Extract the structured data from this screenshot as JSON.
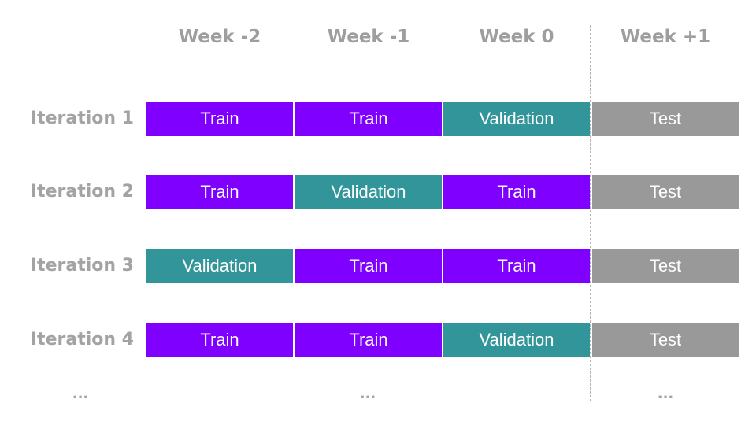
{
  "weeks": [
    "Week -2",
    "Week -1",
    "Week 0",
    "Week +1"
  ],
  "iterations": [
    {
      "label": "Iteration 1",
      "cells": [
        "Train",
        "Train",
        "Validation",
        "Test"
      ]
    },
    {
      "label": "Iteration 2",
      "cells": [
        "Train",
        "Validation",
        "Train",
        "Test"
      ]
    },
    {
      "label": "Iteration 3",
      "cells": [
        "Validation",
        "Train",
        "Train",
        "Test"
      ]
    },
    {
      "label": "Iteration 4",
      "cells": [
        "Train",
        "Train",
        "Validation",
        "Test"
      ]
    }
  ],
  "ellipsis": "...",
  "colors": {
    "train": "#8000ff",
    "validation": "#31959a",
    "test": "#999999",
    "label_text": "#9e9e9e"
  }
}
